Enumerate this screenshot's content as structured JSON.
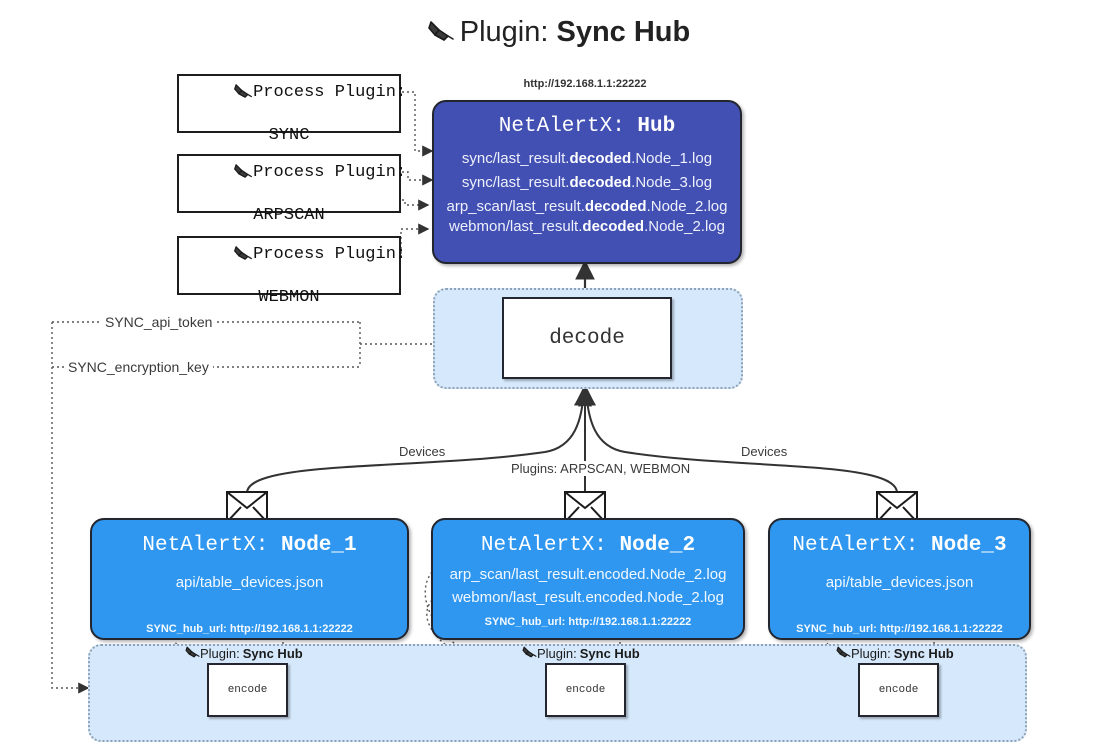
{
  "title": {
    "icon": "plug-icon",
    "prefix": "Plugin: ",
    "name": "Sync Hub"
  },
  "process_plugins": [
    {
      "icon": "plug-icon",
      "line1": "Process Plugin:",
      "line2": "SYNC"
    },
    {
      "icon": "plug-icon",
      "line1": "Process Plugin:",
      "line2": "ARPSCAN"
    },
    {
      "icon": "plug-icon",
      "line1": "Process Plugin:",
      "line2": "WEBMON"
    }
  ],
  "hub": {
    "url": "http://192.168.1.1:22222",
    "title_prefix": "NetAlertX: ",
    "title_name": "Hub",
    "color": "#4250b4",
    "logs": [
      {
        "pre": "sync/last_result.",
        "mid": "decoded",
        "post": ".Node_1.log"
      },
      {
        "pre": "sync/last_result.",
        "mid": "decoded",
        "post": ".Node_3.log"
      },
      {
        "pre": "arp_scan/last_result.",
        "mid": "decoded",
        "post": ".Node_2.log"
      },
      {
        "pre": "webmon/last_result.",
        "mid": "decoded",
        "post": ".Node_2.log"
      }
    ]
  },
  "decode": {
    "label": "decode",
    "container_color": "#d6e9fc"
  },
  "tokens": [
    {
      "label": "SYNC_api_token"
    },
    {
      "label": "SYNC_encryption_key"
    }
  ],
  "edge_labels": {
    "left_devices": "Devices",
    "right_devices": "Devices",
    "center_plugins": "Plugins: ARPSCAN, WEBMON"
  },
  "nodes": [
    {
      "icon": "envelope-icon",
      "title_prefix": "NetAlertX: ",
      "title_name": "Node_1",
      "color": "#2f97f0",
      "lines": [
        "api/table_devices.json"
      ],
      "url_label": "SYNC_hub_url: http://192.168.1.1:22222"
    },
    {
      "icon": "envelope-icon",
      "title_prefix": "NetAlertX: ",
      "title_name": "Node_2",
      "color": "#2f97f0",
      "lines": [
        "arp_scan/last_result.encoded.Node_2.log",
        "webmon/last_result.encoded.Node_2.log"
      ],
      "url_label": "SYNC_hub_url: http://192.168.1.1:22222"
    },
    {
      "icon": "envelope-icon",
      "title_prefix": "NetAlertX: ",
      "title_name": "Node_3",
      "color": "#2f97f0",
      "lines": [
        "api/table_devices.json"
      ],
      "url_label": "SYNC_hub_url: http://192.168.1.1:22222"
    }
  ],
  "encoders": [
    {
      "icon": "plug-icon",
      "plugin_prefix": "Plugin: ",
      "plugin_name": "Sync Hub",
      "label": "encode"
    },
    {
      "icon": "plug-icon",
      "plugin_prefix": "Plugin: ",
      "plugin_name": "Sync Hub",
      "label": "encode"
    },
    {
      "icon": "plug-icon",
      "plugin_prefix": "Plugin: ",
      "plugin_name": "Sync Hub",
      "label": "encode"
    }
  ]
}
